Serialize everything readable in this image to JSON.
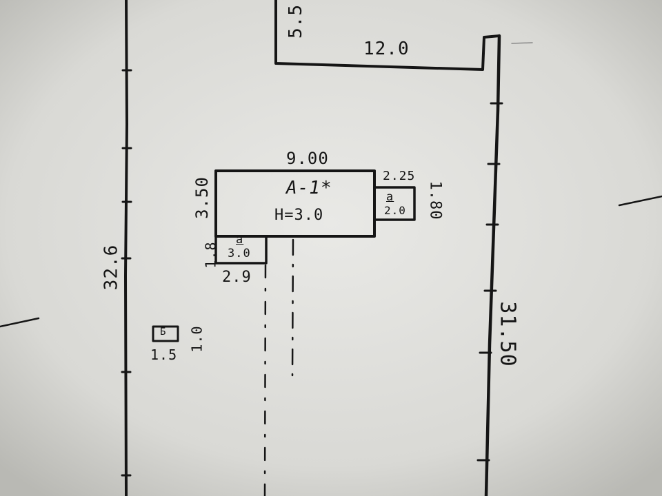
{
  "plot": {
    "left_length": "32.6",
    "right_length": "31.50",
    "top_stub_length": "5.5",
    "top_width": "12.0"
  },
  "main_building": {
    "width": "9.00",
    "depth": "3.50",
    "label": "А-1*",
    "height_note": "Н=3.0"
  },
  "annex_right": {
    "label": "а",
    "width_top": "2.25",
    "width_inner": "2.0",
    "depth": "1.80"
  },
  "annex_left": {
    "label": "а",
    "width_inner": "3.0",
    "width_bottom": "2.9",
    "depth": "1.8"
  },
  "small_structure": {
    "label": "Б",
    "width": "1.5",
    "depth": "1.0"
  },
  "colors": {
    "paper": "#dcdcd8",
    "ink": "#151515"
  }
}
